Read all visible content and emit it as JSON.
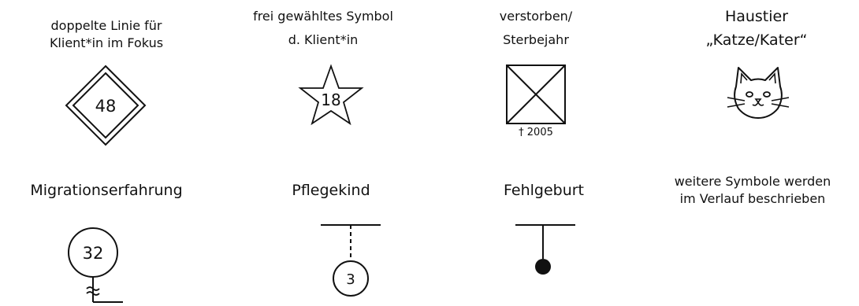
{
  "legend": {
    "focus_client": {
      "label_line1": "doppelte Linie für",
      "label_line2": "Klient*in im Fokus",
      "number": "48"
    },
    "chosen_symbol": {
      "label_line1": "frei gewähltes Symbol",
      "label_line2": "d. Klient*in",
      "number": "18"
    },
    "deceased": {
      "label_line1": "verstorben/",
      "label_line2": "Sterbejahr",
      "death_year": "† 2005"
    },
    "pet": {
      "label_line1": "Haustier",
      "label_line2": "„Katze/Kater“",
      "icon": "cat-icon"
    },
    "migration": {
      "label": "Migrationserfahrung",
      "number": "32",
      "wave_glyph": "≈"
    },
    "foster_child": {
      "label": "Pflegekind",
      "number": "3"
    },
    "miscarriage": {
      "label": "Fehlgeburt"
    },
    "more_symbols": {
      "label_line1": "weitere Symbole werden",
      "label_line2": "im Verlauf beschrieben"
    }
  }
}
